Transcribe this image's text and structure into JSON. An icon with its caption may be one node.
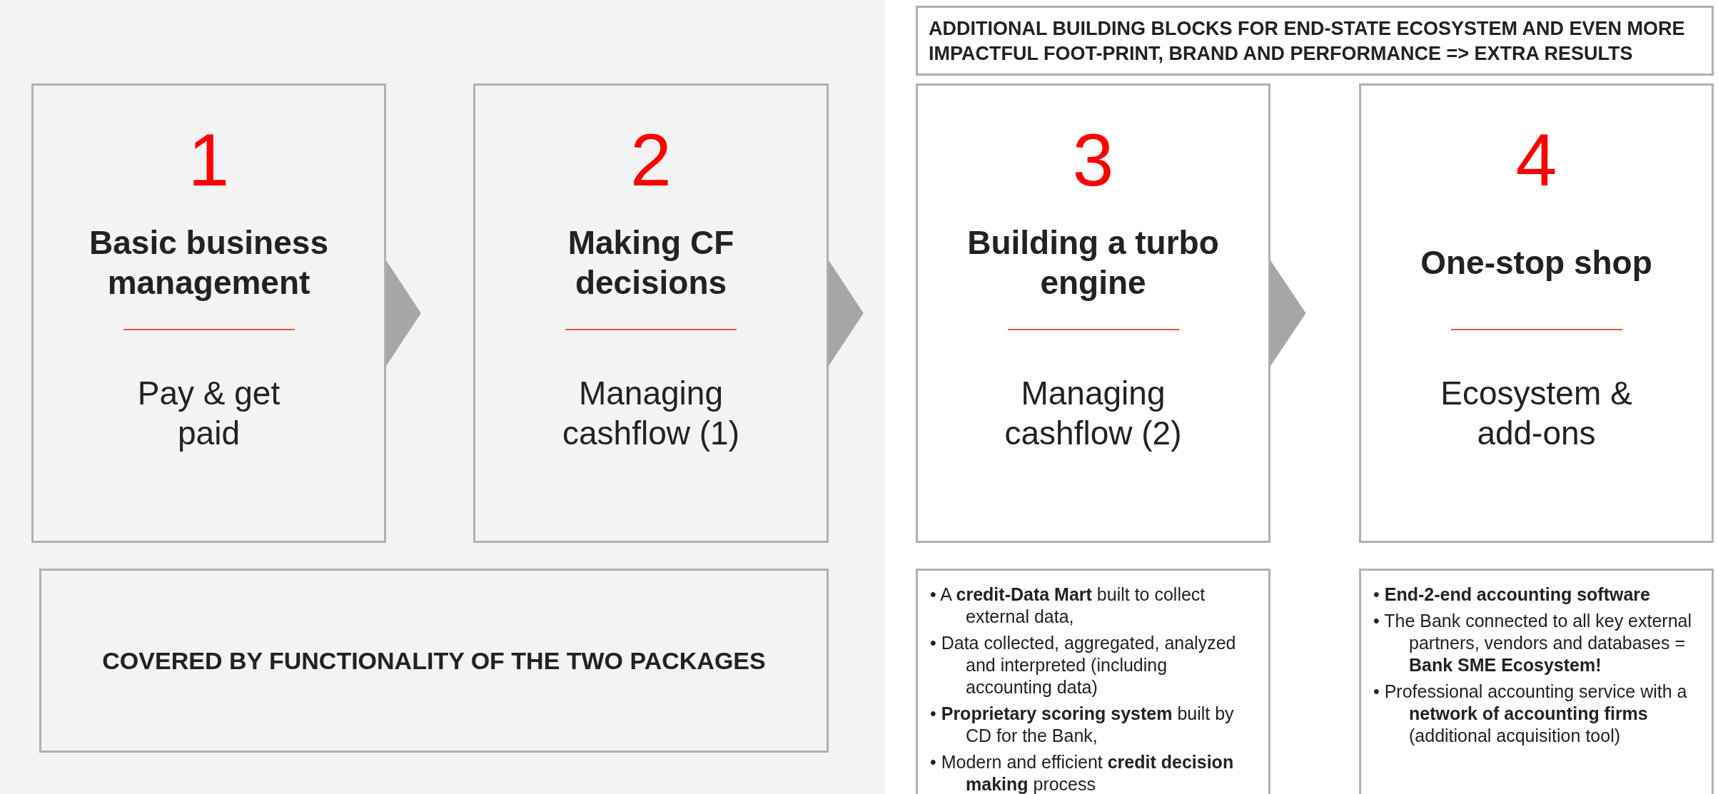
{
  "diagram": {
    "nodes": [
      {
        "text": [
          "ADDITIONAL BUILDING BLOCKS FOR END-STATE ECOSYSTEM AND EVEN MORE IMPACTFUL FOOT-PRINT, BRAND AND PERFORMANCE => EXTRA RESULTS"
        ]
      },
      {
        "text": [
          "1",
          "Basic business management",
          "Pay & get paid"
        ]
      },
      {
        "text": [
          "2",
          "Making CF decisions",
          "Managing cashflow (1)"
        ]
      },
      {
        "text": [
          "3",
          "Building a turbo engine",
          "Managing cashflow (2)"
        ]
      },
      {
        "text": [
          "4",
          "One-stop shop",
          "Ecosystem & add-ons"
        ]
      },
      {
        "text": [
          "COVERED BY FUNCTIONALITY OF THE TWO PACKAGES"
        ]
      },
      {
        "text": [
          "• A **credit-Data Mart** built to collect external data,",
          "• Data collected, aggregated, analyzed and interpreted (including accounting data)",
          "• **Proprietary scoring system** built by CD for the Bank,",
          "• Modern and efficient **credit decision making** process"
        ]
      },
      {
        "text": [
          "• **End-2-end accounting software**",
          "• The Bank connected to all key external partners, vendors and databases = **Bank SME Ecosystem!**",
          "• Professional accounting service with a **network of accounting firms** (additional acquisition tool)"
        ]
      }
    ],
    "edges": [
      {
        "from": 1,
        "to": 2,
        "arrow": "to"
      },
      {
        "from": 2,
        "to": 3,
        "arrow": "to"
      },
      {
        "from": 3,
        "to": 4,
        "arrow": "to"
      }
    ]
  }
}
